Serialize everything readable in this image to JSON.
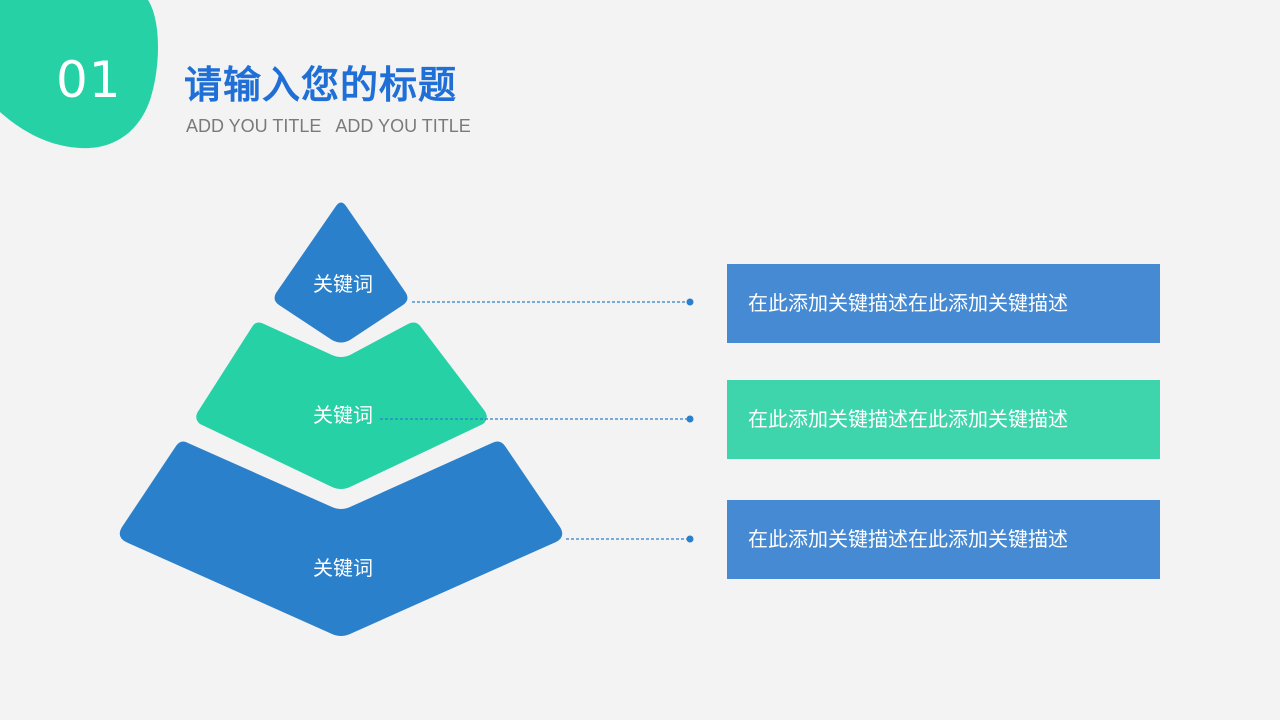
{
  "header": {
    "section_number": "01",
    "title": "请输入您的标题",
    "subtitle": "ADD YOU TITLE   ADD YOU TITLE"
  },
  "pyramid": {
    "tiers": [
      {
        "label": "关键词",
        "description": "在此添加关键描述在此添加关键描述",
        "color": "#2b80cc"
      },
      {
        "label": "关键词",
        "description": "在此添加关键描述在此添加关键描述",
        "color": "#26d1a5"
      },
      {
        "label": "关键词",
        "description": "在此添加关键描述在此添加关键描述",
        "color": "#2b80cc"
      }
    ],
    "description_colors": [
      "#458ad3",
      "#3ed5ac",
      "#458ad3"
    ]
  },
  "colors": {
    "accent_green": "#26d1a5",
    "accent_blue": "#2b80cc",
    "title_blue": "#1f6fd6",
    "background": "#f3f3f3"
  }
}
